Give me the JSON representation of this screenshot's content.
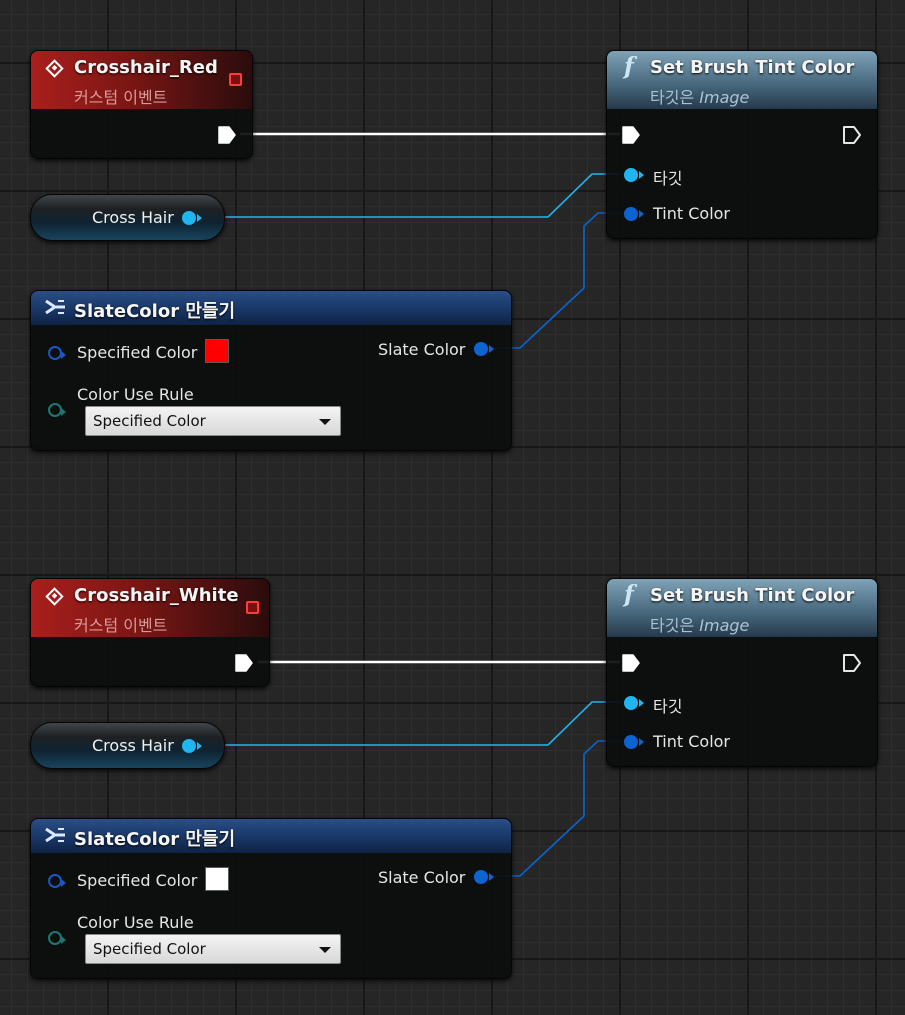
{
  "groups": [
    {
      "event": {
        "title": "Crosshair_Red",
        "subtitle": "커스텀 이벤트"
      },
      "variable": {
        "label": "Cross Hair"
      },
      "make_slate": {
        "title": "SlateColor 만들기",
        "input_specified": "Specified Color",
        "output": "Slate Color",
        "rule_label": "Color Use Rule",
        "rule_value": "Specified Color",
        "swatch_color": "#ff0000"
      },
      "set_tint": {
        "title": "Set Brush Tint Color",
        "subtitle_prefix": "타깃은",
        "subtitle_class": "Image",
        "pin_target": "타깃",
        "pin_tint": "Tint Color"
      }
    },
    {
      "event": {
        "title": "Crosshair_White",
        "subtitle": "커스텀 이벤트"
      },
      "variable": {
        "label": "Cross Hair"
      },
      "make_slate": {
        "title": "SlateColor 만들기",
        "input_specified": "Specified Color",
        "output": "Slate Color",
        "rule_label": "Color Use Rule",
        "rule_value": "Specified Color",
        "swatch_color": "#ffffff"
      },
      "set_tint": {
        "title": "Set Brush Tint Color",
        "subtitle_prefix": "타깃은",
        "subtitle_class": "Image",
        "pin_target": "타깃",
        "pin_tint": "Tint Color"
      }
    }
  ],
  "colors": {
    "exec_wire": "#ffffff",
    "object_wire": "#1fb6f0",
    "struct_wire": "#0a64d2",
    "event_header": "#a91f1c",
    "function_header": "#5e8296",
    "struct_header": "#1f3f73"
  }
}
